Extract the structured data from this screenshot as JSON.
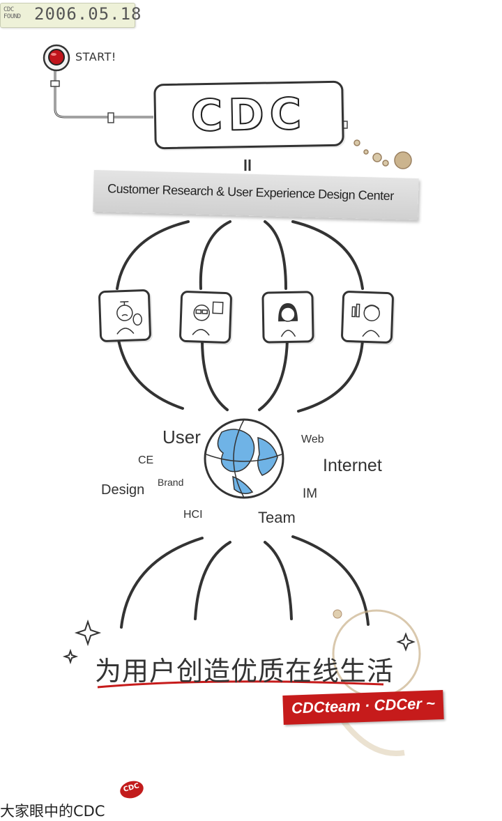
{
  "header": {
    "date_tag": "CDC FOUND",
    "date": "2006.05.18"
  },
  "start": {
    "label": "START!",
    "button_color": "#c0141c"
  },
  "logo": {
    "text": "CDC"
  },
  "equals": "=",
  "ribbon": {
    "text": "Customer Research & User Experience Design Center"
  },
  "people": [
    {
      "icon": "designer-person-icon"
    },
    {
      "icon": "researcher-person-icon"
    },
    {
      "icon": "girl-person-icon"
    },
    {
      "icon": "engineer-person-icon"
    }
  ],
  "globe": {
    "icon": "globe-icon",
    "color": "#6fb3e6"
  },
  "keywords": {
    "user": "User",
    "ce": "CE",
    "brand": "Brand",
    "design": "Design",
    "hci": "HCI",
    "team": "Team",
    "web": "Web",
    "internet": "Internet",
    "im": "IM"
  },
  "slogan": "为用户创造优质在线生活",
  "team_badge": "CDCteam · CDCer ~",
  "footer": {
    "text": "大家眼中的CDC",
    "seal": "CDC"
  },
  "colors": {
    "accent": "#c61b1b",
    "ink": "#333333"
  }
}
